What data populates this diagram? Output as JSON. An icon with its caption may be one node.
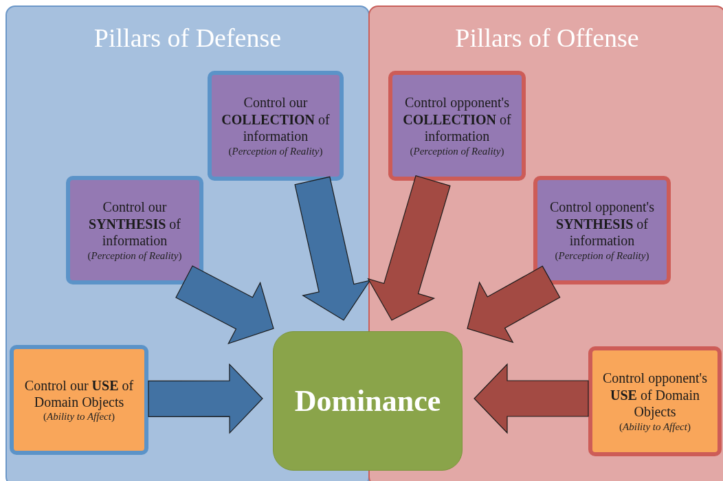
{
  "diagram": {
    "nodes": [
      {
        "text": [
          "Pillars of Defense"
        ]
      },
      {
        "text": [
          "Pillars of Offense"
        ]
      },
      {
        "text": [
          "Control our **COLLECTION** of information",
          "(*Perception of Reality*)"
        ],
        "in": 0
      },
      {
        "text": [
          "Control our **SYNTHESIS** of information",
          "(*Perception of Reality*)"
        ],
        "in": 0
      },
      {
        "text": [
          "Control our **USE** of Domain Objects",
          "(*Ability to Affect*)"
        ],
        "in": 0
      },
      {
        "text": [
          "Dominance"
        ]
      },
      {
        "text": [
          "Control opponent's **COLLECTION** of information",
          "(*Perception of Reality*)"
        ],
        "in": 1
      },
      {
        "text": [
          "Control opponent's **SYNTHESIS** of information",
          "(*Perception of Reality*)"
        ],
        "in": 1
      },
      {
        "text": [
          "Control opponent's **USE** of Domain Objects",
          "(*Ability to Affect*)"
        ],
        "in": 1
      }
    ],
    "edges": [
      {
        "from": 2,
        "to": 5,
        "arrow": "to",
        "style": "thick",
        "color": "#4272a3"
      },
      {
        "from": 3,
        "to": 5,
        "arrow": "to",
        "style": "thick",
        "color": "#4272a3"
      },
      {
        "from": 4,
        "to": 5,
        "arrow": "to",
        "style": "thick",
        "color": "#4272a3"
      },
      {
        "from": 6,
        "to": 5,
        "arrow": "to",
        "style": "thick",
        "color": "#a34a43"
      },
      {
        "from": 7,
        "to": 5,
        "arrow": "to",
        "style": "thick",
        "color": "#a34a43"
      },
      {
        "from": 8,
        "to": 5,
        "arrow": "to",
        "style": "thick",
        "color": "#a34a43"
      }
    ]
  }
}
